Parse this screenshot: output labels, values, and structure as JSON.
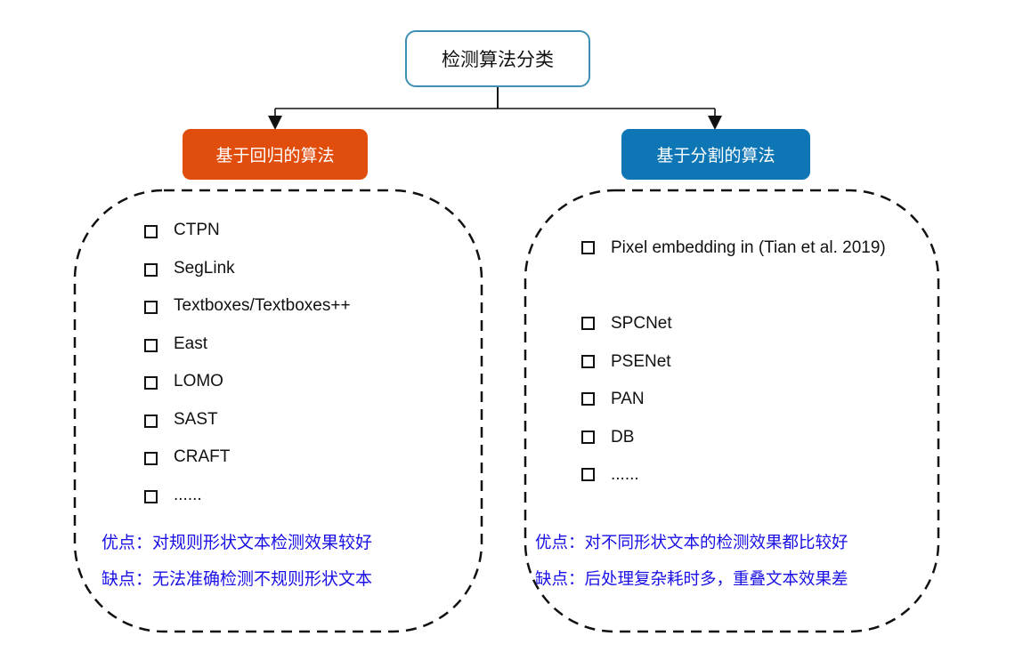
{
  "root": {
    "label": "检测算法分类"
  },
  "categories": [
    {
      "label": "基于回归的算法",
      "color": "#e14d0c",
      "items": [
        "CTPN",
        "SegLink",
        "Textboxes/Textboxes++",
        "East",
        "LOMO",
        "SAST",
        "CRAFT",
        "......"
      ],
      "pros": "优点：对规则形状文本检测效果较好",
      "cons": "缺点：无法准确检测不规则形状文本"
    },
    {
      "label": "基于分割的算法",
      "color": "#0e76b5",
      "items": [
        "Pixel embedding in (Tian et al. 2019)",
        "SPCNet",
        "PSENet",
        "PAN",
        "DB",
        "......"
      ],
      "pros": "优点：对不同形状文本的检测效果都比较好",
      "cons": "缺点：后处理复杂耗时多，重叠文本效果差"
    }
  ],
  "colors": {
    "root_border": "#3d8fb4",
    "note_text": "#1a10e6"
  }
}
